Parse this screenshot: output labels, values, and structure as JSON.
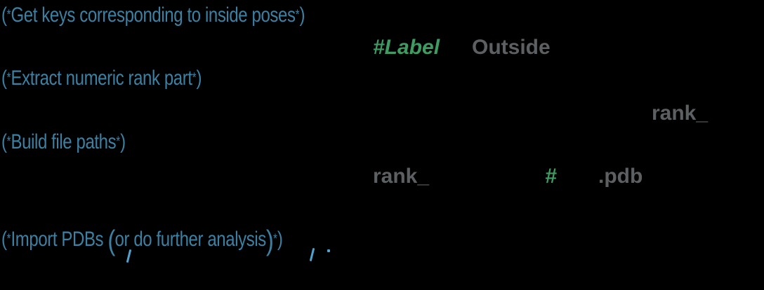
{
  "app": {
    "description": "Wolfram Mathematica notebook code cell, dark background, only comments and highlighted tokens visible"
  },
  "colors": {
    "background": "#000000",
    "comment_teal": "#3C81A3",
    "slot_green": "#3E9C63",
    "string_gray": "#5D6062",
    "clipped_glyph_blue": "#4FA3CC"
  },
  "code": {
    "comment_get_keys": {
      "paren_open": "(",
      "star_open": "*",
      "text": "Get keys corresponding to inside poses",
      "star_close": "*",
      "paren_close": ")"
    },
    "line_select": {
      "slot_label": "#Label",
      "string_outside": "Outside"
    },
    "comment_extract_rank": {
      "paren_open": "(",
      "star_open": "*",
      "text": "Extract numeric rank part",
      "star_close": "*",
      "paren_close": ")"
    },
    "line_string_cases": {
      "rank_pattern": "rank_"
    },
    "comment_build_paths": {
      "paren_open": "(",
      "star_open": "*",
      "text": "Build file paths",
      "star_close": "*",
      "paren_close": ")"
    },
    "line_file_paths": {
      "rank_prefix": "rank_",
      "slot_hash": "#",
      "pdb_extension": ".pdb"
    },
    "comment_import_pdbs": {
      "paren_open": "(",
      "star_open": "*",
      "text_pre": "Import PDBs ",
      "inner_open": "(",
      "text_inner": "or do further analysis",
      "inner_close": ")",
      "star_close": "*",
      "paren_close": ")"
    }
  }
}
